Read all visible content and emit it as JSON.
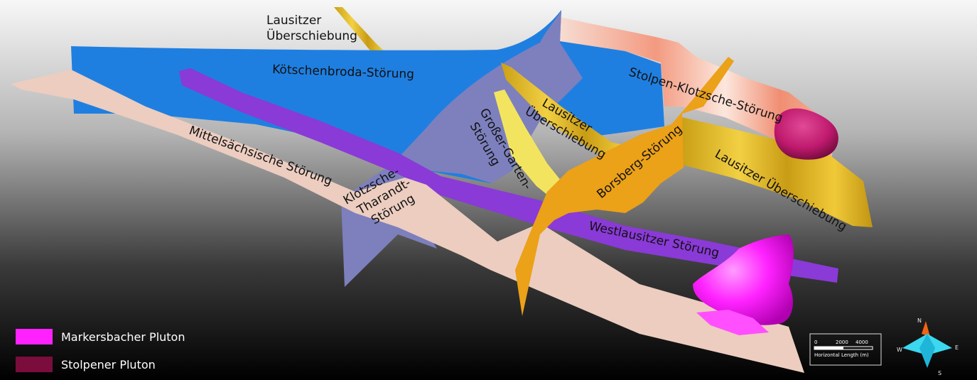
{
  "labels": {
    "lausitzer_top": [
      "Lausitzer",
      "Überschiebung"
    ],
    "koetschenbroda": "Kötschenbroda-Störung",
    "stolpen_klotzsche": "Stolpen-Klotzsche-Störung",
    "mittelsaechsische": "Mittelsächsische Störung",
    "klotzsche_tharandt": [
      "Klotzsche-",
      "Tharandt-",
      "Störung"
    ],
    "grosser_garten": [
      "Großer-Garten-",
      "Störung"
    ],
    "lausitzer_mid": [
      "Lausitzer",
      "Überschiebung"
    ],
    "borsberg": "Borsberg-Störung",
    "lausitzer_right": "Lausitzer Überschiebung",
    "westlausitzer": "Westlausitzer Störung"
  },
  "legend": [
    {
      "name": "Markersbacher Pluton",
      "color": "#ff22ff"
    },
    {
      "name": "Stolpener Pluton",
      "color": "#7a0d3c"
    }
  ],
  "scale": {
    "ticks": [
      "0",
      "2000",
      "4000"
    ],
    "caption": "Horizontal Length (m)"
  },
  "compass": {
    "n": "N",
    "e": "E",
    "s": "S",
    "w": "W"
  },
  "colors": {
    "koetschenbroda": "#1f7fe0",
    "mittelsaechsische": "#eccdc0",
    "westlausitzer": "#8a3ad6",
    "klotzsche_tharandt": "#7d80bd",
    "lausitzer": "#e3b722",
    "borsberg": "#eba118",
    "stolpen_klotzsche": "#f4a38a",
    "markersbacher": "#ff22ff",
    "stolpener": "#7a0d3c"
  }
}
